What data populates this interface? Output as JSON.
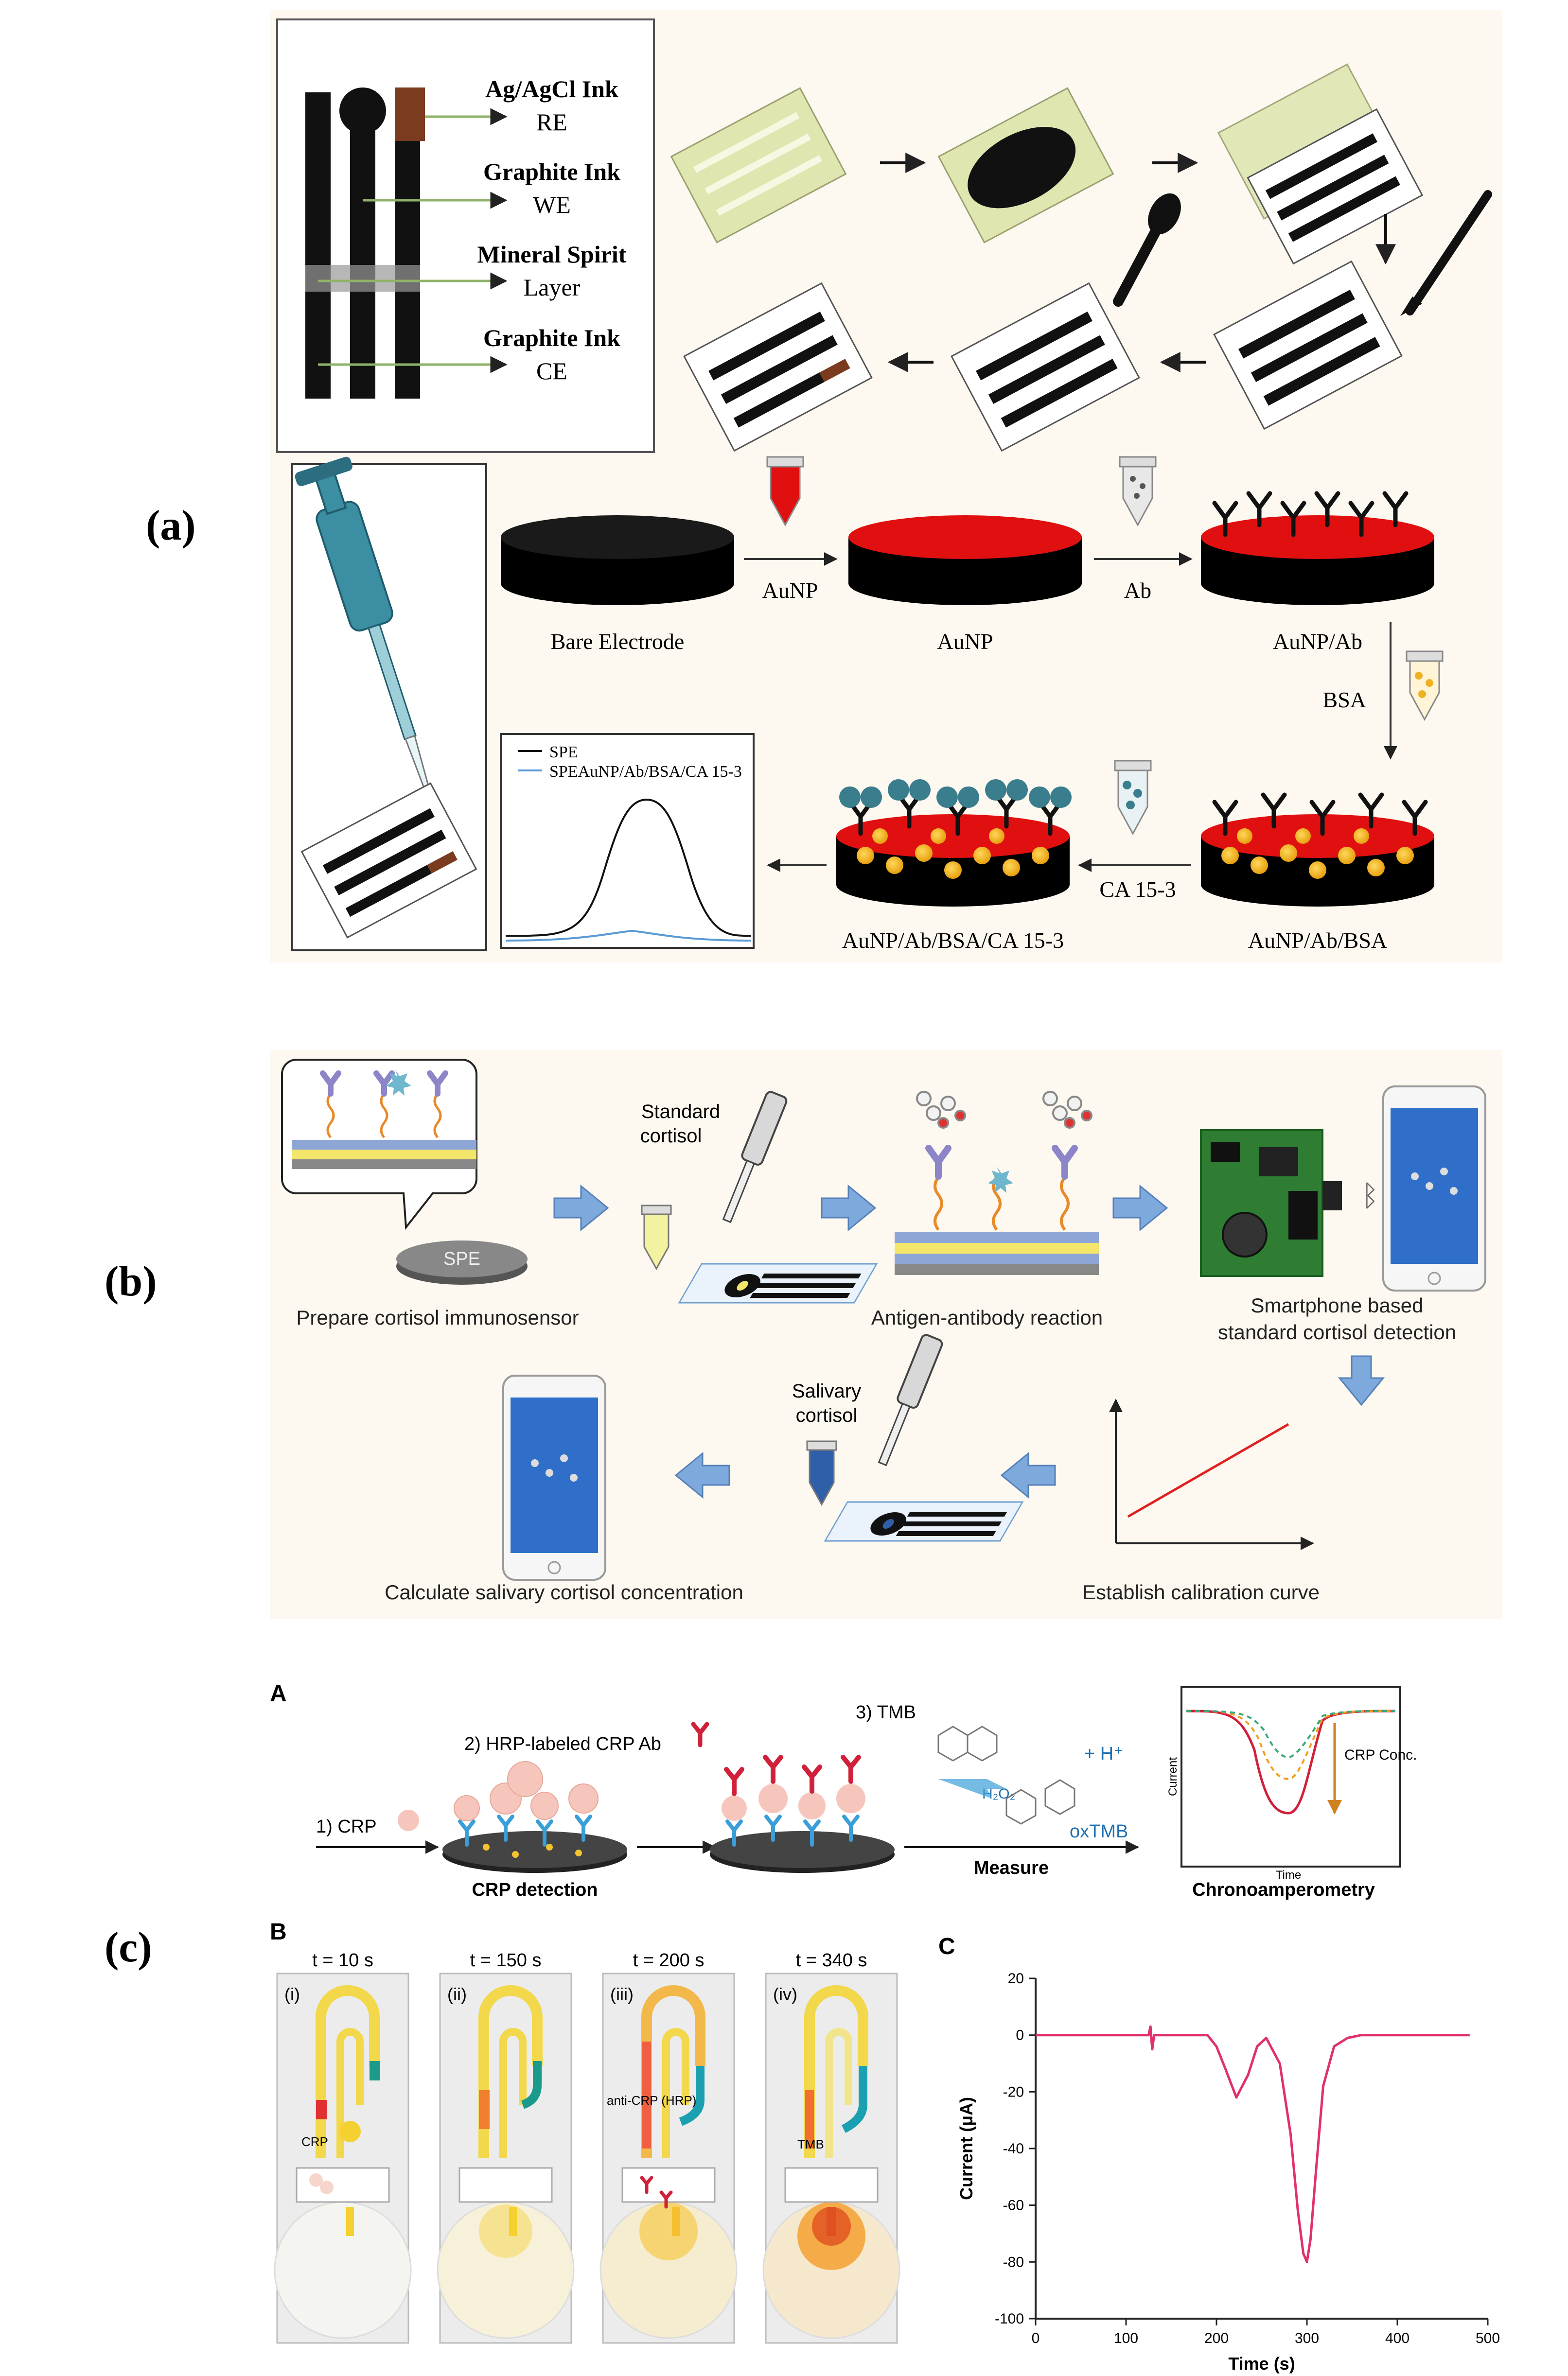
{
  "panel_labels": {
    "a": "(a)",
    "b": "(b)",
    "c": "(c)"
  },
  "a": {
    "electrode_labels": [
      {
        "title": "Ag/AgCl Ink",
        "sub": "RE"
      },
      {
        "title": "Graphite Ink",
        "sub": "WE"
      },
      {
        "title": "Mineral Spirit",
        "sub": "Layer"
      },
      {
        "title": "Graphite Ink",
        "sub": "CE"
      }
    ],
    "stages": {
      "bare": "Bare Electrode",
      "aunp": "AuNP",
      "aunp_ab": "AuNP/Ab",
      "aunp_ab_bsa": "AuNP/Ab/BSA",
      "aunp_ab_bsa_ca": "AuNP/Ab/BSA/CA 15-3"
    },
    "reagents": {
      "aunp": "AuNP",
      "ab": "Ab",
      "bsa": "BSA",
      "ca": "CA 15-3"
    },
    "legend": {
      "spe": "SPE",
      "modified": "SPEAuNP/Ab/BSA/CA 15-3"
    },
    "colors": {
      "gold": "#f4c430",
      "red": "#e01010",
      "teal": "#3a7d8c",
      "strip": "#dfe6b0"
    }
  },
  "b": {
    "spe_label": "SPE",
    "standard_cortisol": [
      "Standard",
      "cortisol"
    ],
    "salivary_cortisol": [
      "Salivary",
      "cortisol"
    ],
    "steps": {
      "prepare": "Prepare cortisol immunosensor",
      "reaction": "Antigen-antibody reaction",
      "smartphone": [
        "Smartphone based",
        "standard cortisol detection"
      ],
      "calibration": "Establish calibration curve",
      "calculate": "Calculate salivary cortisol concentration"
    },
    "colors": {
      "arrow": "#7ea9dc",
      "phone_screen": "#2f6fc9",
      "line": "#e02020"
    }
  },
  "c": {
    "sub_a": "A",
    "sub_b": "B",
    "sub_c": "C",
    "steps": {
      "crp": "1) CRP",
      "hrp": "2) HRP-labeled CRP Ab",
      "tmb": "3) TMB",
      "hplus": "+ H⁺",
      "h2o2": "H₂O₂",
      "oxtmb": "oxTMB",
      "measure": "Measure",
      "crp_detection": "CRP detection",
      "chrono": "Chronoamperometry",
      "crp_conc": "CRP Conc.",
      "current": "Current",
      "time": "Time"
    },
    "chips": [
      {
        "roman": "(i)",
        "time": "t = 10 s",
        "note": "CRP"
      },
      {
        "roman": "(ii)",
        "time": "t = 150 s",
        "note": ""
      },
      {
        "roman": "(iii)",
        "time": "t = 200 s",
        "note": "anti-CRP (HRP)"
      },
      {
        "roman": "(iv)",
        "time": "t = 340 s",
        "note": "TMB"
      }
    ],
    "colors": {
      "trace": "#e0306e"
    }
  },
  "chart_data": {
    "type": "line",
    "xlabel": "Time (s)",
    "ylabel": "Current (μA)",
    "xlim": [
      0,
      500
    ],
    "ylim": [
      -100,
      20
    ],
    "xticks": [
      0,
      100,
      200,
      300,
      400,
      500
    ],
    "yticks": [
      20,
      0,
      -20,
      -40,
      -60,
      -80,
      -100
    ],
    "grid": false,
    "series": [
      {
        "x": [
          0,
          50,
          100,
          125,
          127,
          129,
          131,
          150,
          190,
          200,
          210,
          222,
          235,
          245,
          255,
          270,
          282,
          290,
          296,
          300,
          304,
          310,
          318,
          330,
          345,
          360,
          400,
          450,
          480
        ],
        "y": [
          0,
          0,
          0,
          0,
          3,
          -5,
          0,
          0,
          0,
          -4,
          -12,
          -22,
          -14,
          -4,
          -1,
          -10,
          -35,
          -62,
          -77,
          -80,
          -72,
          -48,
          -18,
          -4,
          -1,
          0,
          0,
          0,
          0
        ]
      }
    ]
  }
}
